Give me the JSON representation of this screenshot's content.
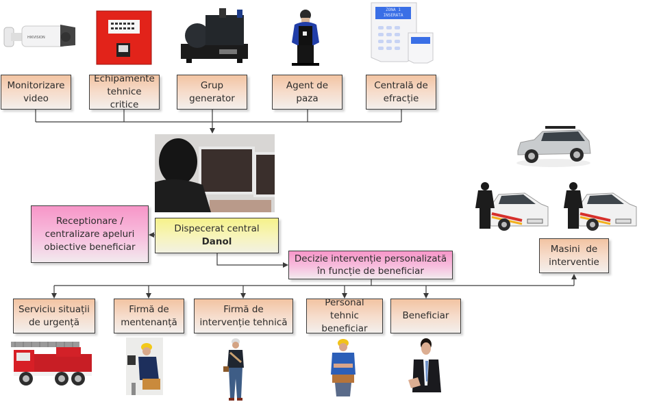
{
  "sources": [
    {
      "id": "video",
      "label": "Monitorizare video",
      "image": "cctv-camera"
    },
    {
      "id": "critical",
      "label": "Echipamente tehnice critice",
      "image": "fire-alarm-panel"
    },
    {
      "id": "generator",
      "label": "Grup generator",
      "image": "generator"
    },
    {
      "id": "guard",
      "label": "Agent de paza",
      "image": "security-guard"
    },
    {
      "id": "alarm",
      "label": "Centrală de efracție",
      "image": "alarm-keypad"
    }
  ],
  "keypad": {
    "line1": "ZONA 1",
    "line2": "INSERATA"
  },
  "dispatch": {
    "label_prefix": "Dispecerat central ",
    "label_brand": "Danol",
    "image": "dispatcher-operator"
  },
  "reception": {
    "label": "Receptionare / centralizare apeluri obiective beneficiar"
  },
  "decision": {
    "label": "Decizie intervenție personalizată în funcție de beneficiar"
  },
  "vehicles": {
    "label": "Masini  de interventie",
    "images": [
      "suv",
      "patrol-car-with-guard",
      "patrol-car-with-guard"
    ]
  },
  "targets": [
    {
      "id": "emergency",
      "label": "Serviciu situații de urgență",
      "image": "fire-truck"
    },
    {
      "id": "maintenance",
      "label": "Firmă de mentenanță",
      "image": "maintenance-worker"
    },
    {
      "id": "tech",
      "label": "Firmă de intervenție tehnică",
      "image": "technician"
    },
    {
      "id": "staff",
      "label": "Personal tehnic beneficiar",
      "image": "construction-worker"
    },
    {
      "id": "client",
      "label": "Beneficiar",
      "image": "businessman"
    }
  ],
  "colors": {
    "orange": "#f2c3a2",
    "pink": "#f796c8",
    "yellow": "#f6f28a",
    "line": "#3a3a3a"
  }
}
